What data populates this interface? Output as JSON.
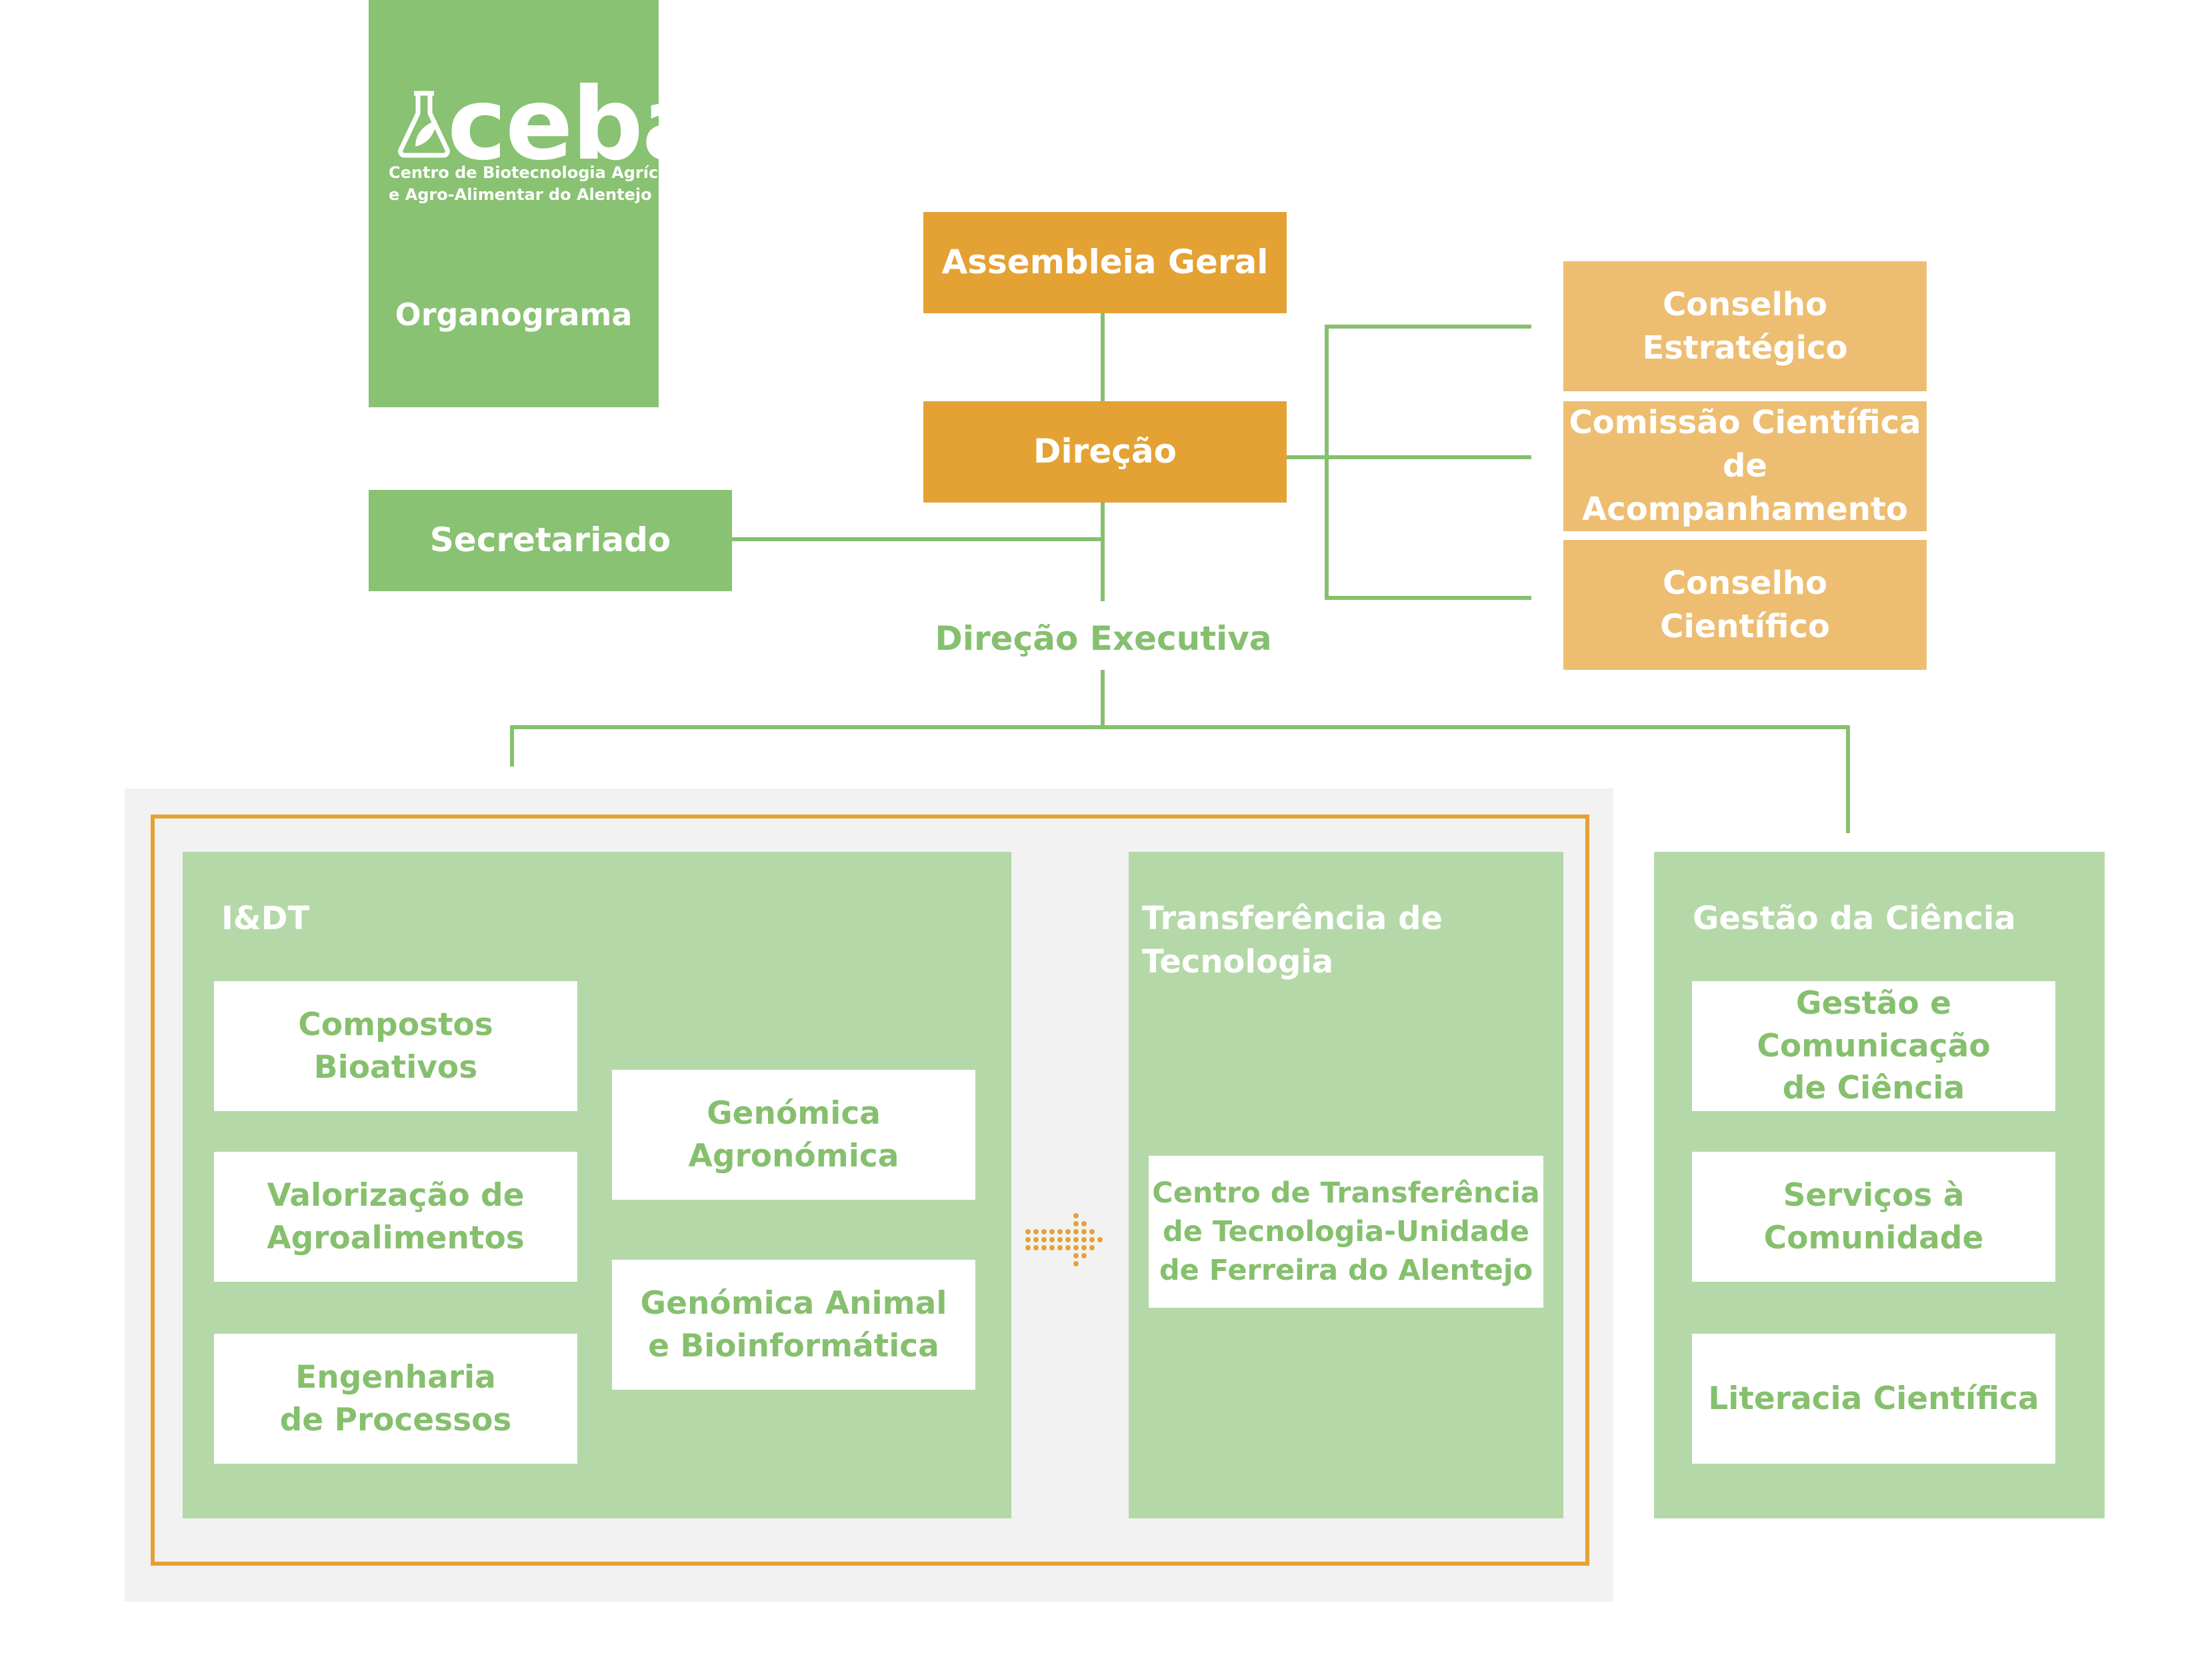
{
  "logo": {
    "wordmark": "cebal",
    "tagline_line1": "Centro de Biotecnologia Agrícola",
    "tagline_line2": "e Agro-Alimentar do Alentejo",
    "caption": "Organograma"
  },
  "governance": {
    "assembleia": "Assembleia Geral",
    "direcao": "Direção",
    "secretariado": "Secretariado",
    "direcao_executiva": "Direção Executiva"
  },
  "councils": [
    "Conselho\nEstratégico",
    "Comissão Científica\nde Acompanhamento",
    "Conselho\nCientífico"
  ],
  "idt": {
    "title": "I&DT",
    "left_cards": [
      "Compostos\nBioativos",
      "Valorização de\nAgroalimentos",
      "Engenharia\nde Processos"
    ],
    "right_cards": [
      "Genómica\nAgronómica",
      "Genómica Animal\ne Bioinformática"
    ]
  },
  "transfer": {
    "title": "Transferência de\n Tecnologia",
    "card": "Centro de Transferência\nde Tecnologia-Unidade\nde Ferreira do Alentejo"
  },
  "science": {
    "title": "Gestão da Ciência",
    "cards": [
      "Gestão  e\nComunicação\nde Ciência",
      "Serviços à\nComunidade",
      "Literacia Científica"
    ]
  },
  "colors": {
    "green": "#88c272",
    "green_light": "#b5d8a8",
    "orange": "#e4a234",
    "orange_light": "#edbe72",
    "grey_bg": "#f2f2f2"
  }
}
